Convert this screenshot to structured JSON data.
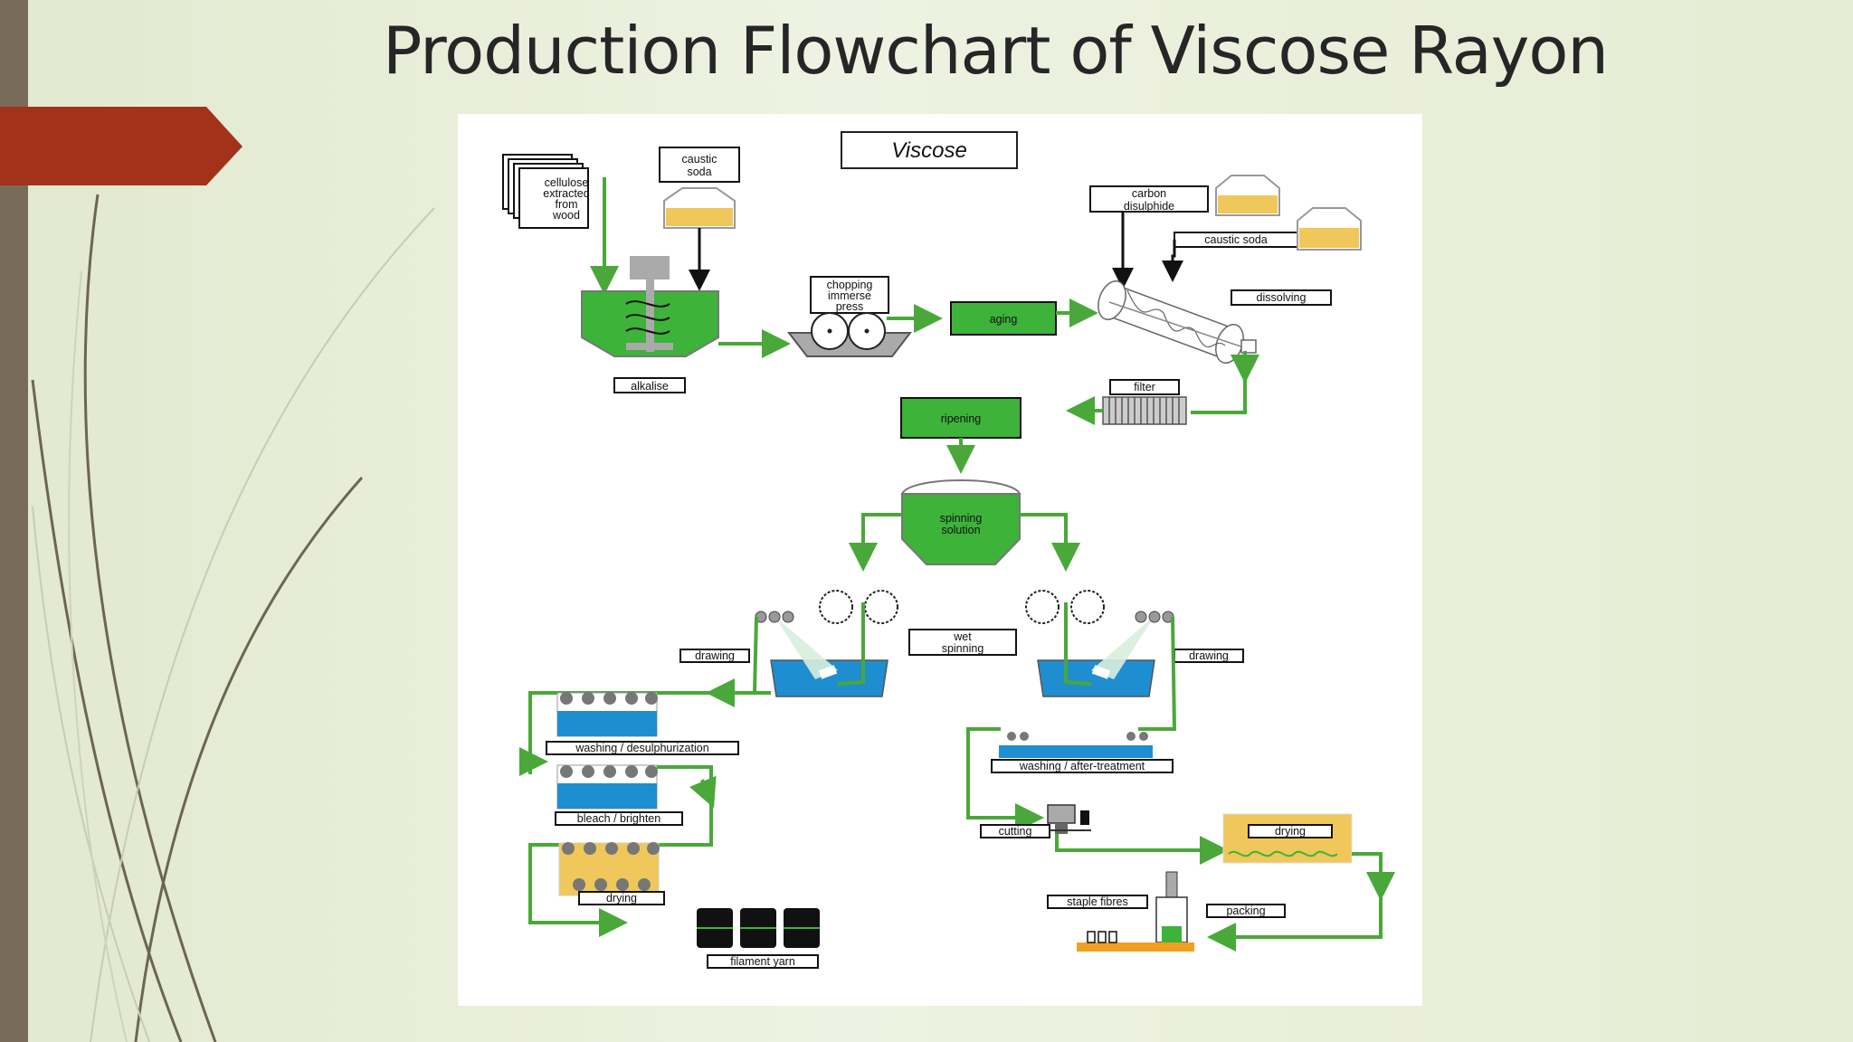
{
  "slide": {
    "title": "Production Flowchart of Viscose Rayon",
    "accent_color": "#a3321b",
    "bar_color": "#786c58"
  },
  "diagram": {
    "heading": "Viscose",
    "labels": {
      "cellulose": [
        "cellulose",
        "extracted",
        "from",
        "wood"
      ],
      "caustic_soda_1": [
        "caustic",
        "soda"
      ],
      "alkalise": "alkalise",
      "chopping": [
        "chopping",
        "immerse",
        "press"
      ],
      "aging": "aging",
      "carbon_disulphide": [
        "carbon",
        "disulphide"
      ],
      "caustic_soda_2": "caustic soda",
      "dissolving": "dissolving",
      "filter": "filter",
      "ripening": "ripening",
      "spinning_solution": [
        "spinning",
        "solution"
      ],
      "wet_spinning": [
        "wet",
        "spinning"
      ],
      "drawing_left": "drawing",
      "drawing_right": "drawing",
      "washing_desulph": "washing / desulphurization",
      "bleach": "bleach / brighten",
      "drying_left": "drying",
      "filament_yarn": "filament yarn",
      "washing_after": "washing / after-treatment",
      "cutting": "cutting",
      "drying_right": "drying",
      "staple_fibres": "staple fibres",
      "packing": "packing"
    },
    "colors": {
      "flow_green": "#4aa83a",
      "tank_green": "#3db33a",
      "water_blue": "#1f8ed0",
      "drying_yellow": "#f0c75a"
    }
  }
}
